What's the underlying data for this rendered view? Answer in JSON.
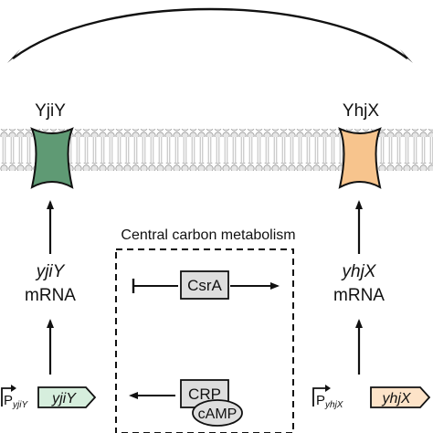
{
  "colors": {
    "yjiy_fill": "#5f9a74",
    "yhjx_fill": "#f7c48d",
    "box_fill": "#dedede",
    "yjiy_gene_fill": "#d6eedd",
    "yhjx_gene_fill": "#fde3c8",
    "lipid_head": "#e6e6e6",
    "line": "#111111"
  },
  "proteins": {
    "left": {
      "name": "YjiY"
    },
    "right": {
      "name": "YhjX"
    }
  },
  "mrna": {
    "left": {
      "gene": "yjiY",
      "label": "mRNA"
    },
    "right": {
      "gene": "yhjX",
      "label": "mRNA"
    }
  },
  "metabolism": {
    "title": "Central carbon metabolism",
    "csra": "CsrA",
    "crp": "CRP",
    "camp": "cAMP"
  },
  "genes": {
    "left": {
      "promoter": "P",
      "promoter_sub": "yjiY",
      "name": "yjiY"
    },
    "right": {
      "promoter": "P",
      "promoter_sub": "yhjX",
      "name": "yhjX"
    }
  }
}
